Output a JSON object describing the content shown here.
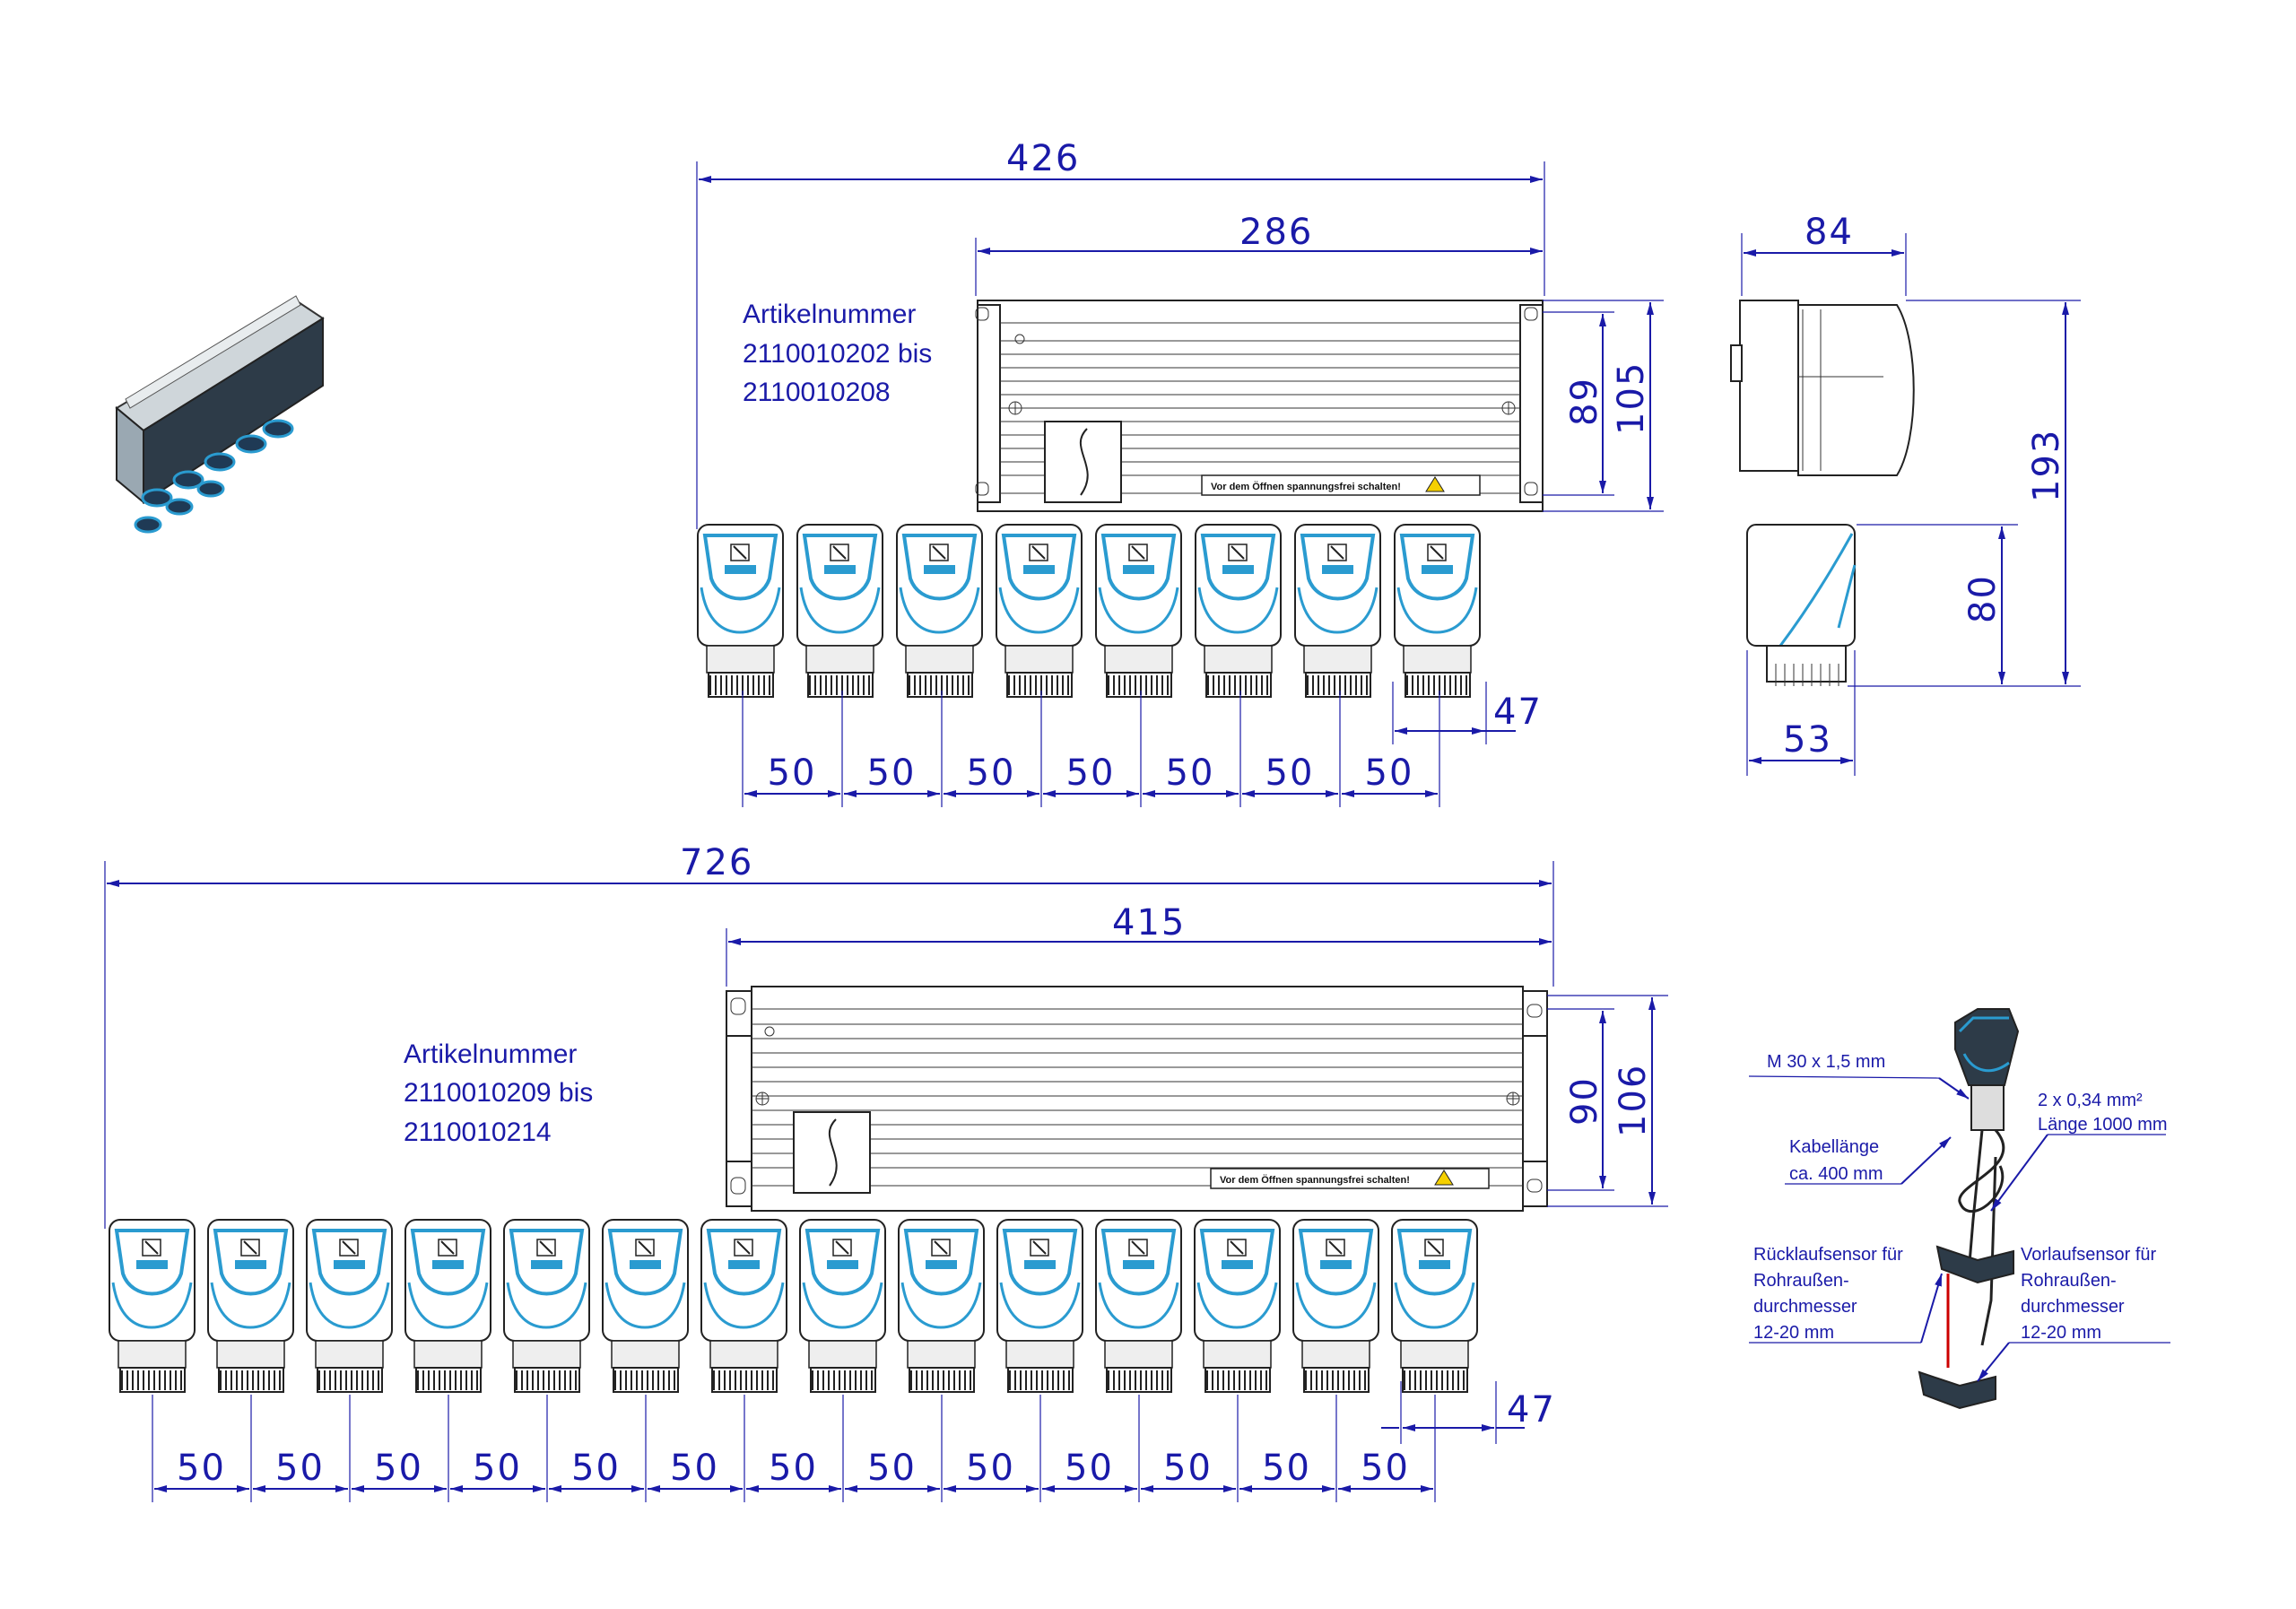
{
  "groups": {
    "top": {
      "article_label": [
        "Artikelnummer",
        "2110010202 bis",
        "2110010208"
      ],
      "dims": {
        "overall_width": "426",
        "housing_width": "286",
        "housing_height_inner": "89",
        "housing_height_outer": "105",
        "end_offset": "47",
        "pitch": "50"
      },
      "actuator_count": 8
    },
    "bottom": {
      "article_label": [
        "Artikelnummer",
        "2110010209 bis",
        "2110010214"
      ],
      "dims": {
        "overall_width": "726",
        "housing_width": "415",
        "housing_height_inner": "90",
        "housing_height_outer": "106",
        "end_offset": "47",
        "pitch": "50"
      },
      "actuator_count": 14
    }
  },
  "side_view": {
    "depth_top": "84",
    "total_height": "193",
    "actuator_height": "80",
    "actuator_width": "53"
  },
  "sensor_callouts": {
    "thread": "M 30 x 1,5 mm",
    "cable_spec": [
      "2 x 0,34 mm²",
      "Länge 1000 mm"
    ],
    "cable_length": [
      "Kabellänge",
      "ca. 400 mm"
    ],
    "return_sensor": [
      "Rücklaufsensor für",
      "Rohraußen-",
      "durchmesser",
      "12-20 mm"
    ],
    "flow_sensor": [
      "Vorlaufsensor für",
      "Rohraußen-",
      "durchmesser",
      "12-20 mm"
    ]
  },
  "warning_label": "Vor dem Öffnen spannungsfrei schalten!",
  "colors": {
    "dimension": "#1a1aa8",
    "accent": "#2a9bd0"
  }
}
